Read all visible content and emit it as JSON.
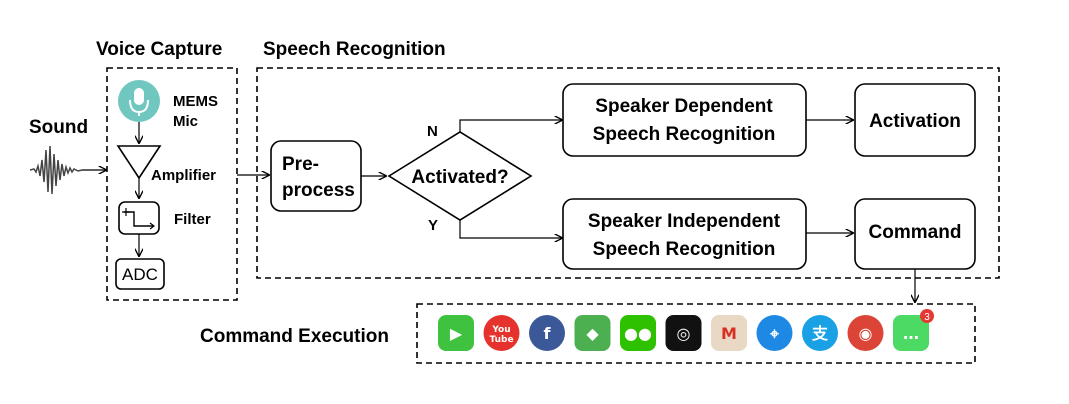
{
  "sections": {
    "voice_capture": "Voice Capture",
    "speech_recognition": "Speech Recognition",
    "command_execution": "Command Execution"
  },
  "input": {
    "sound": "Sound"
  },
  "voice_capture": {
    "mems_mic": [
      "MEMS",
      "Mic"
    ],
    "amplifier": "Amplifier",
    "filter": "Filter",
    "adc": "ADC"
  },
  "speech_recognition": {
    "preprocess": [
      "Pre-",
      "process"
    ],
    "decision": "Activated?",
    "branch_no": "N",
    "branch_yes": "Y",
    "speaker_dependent": [
      "Speaker Dependent",
      "Speech Recognition"
    ],
    "speaker_independent": [
      "Speaker Independent",
      "Speech Recognition"
    ],
    "activation": "Activation",
    "command": "Command"
  },
  "command_execution": {
    "apps": [
      {
        "icon": "facetime-icon",
        "color": "#3fc23f",
        "glyph": "▶"
      },
      {
        "icon": "youtube-icon",
        "color": "#e5322d",
        "glyph": "You\nTube"
      },
      {
        "icon": "facebook-icon",
        "color": "#3b5998",
        "glyph": "f"
      },
      {
        "icon": "google-maps-icon",
        "color": "#4caf50",
        "glyph": "◆"
      },
      {
        "icon": "wechat-icon",
        "color": "#2dc100",
        "glyph": "●●"
      },
      {
        "icon": "instagram-icon",
        "color": "#111111",
        "glyph": "◎"
      },
      {
        "icon": "gmail-icon",
        "color": "#e8d8c4",
        "glyph": "M"
      },
      {
        "icon": "safari-icon",
        "color": "#1e88e5",
        "glyph": "⌖"
      },
      {
        "icon": "alipay-icon",
        "color": "#1aa1e5",
        "glyph": "支"
      },
      {
        "icon": "chrome-icon",
        "color": "#db4437",
        "glyph": "◉"
      },
      {
        "icon": "messages-icon",
        "color": "#4cd964",
        "glyph": "…"
      }
    ],
    "badge": "3"
  }
}
